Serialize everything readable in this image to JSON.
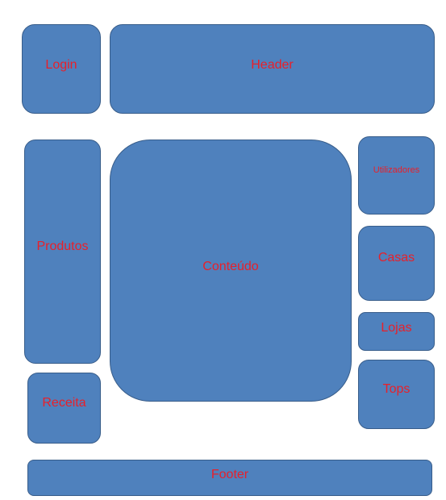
{
  "colors": {
    "box_fill": "#4f81bd",
    "box_border": "#385d8a",
    "label_text": "#e8202a",
    "background": "#ffffff"
  },
  "blocks": {
    "login": "Login",
    "header": "Header",
    "produtos": "Produtos",
    "conteudo": "Conteúdo",
    "utilizadores": "Utilizadores",
    "casas": "Casas",
    "lojas": "Lojas",
    "tops": "Tops",
    "receita": "Receita",
    "footer": "Footer"
  }
}
